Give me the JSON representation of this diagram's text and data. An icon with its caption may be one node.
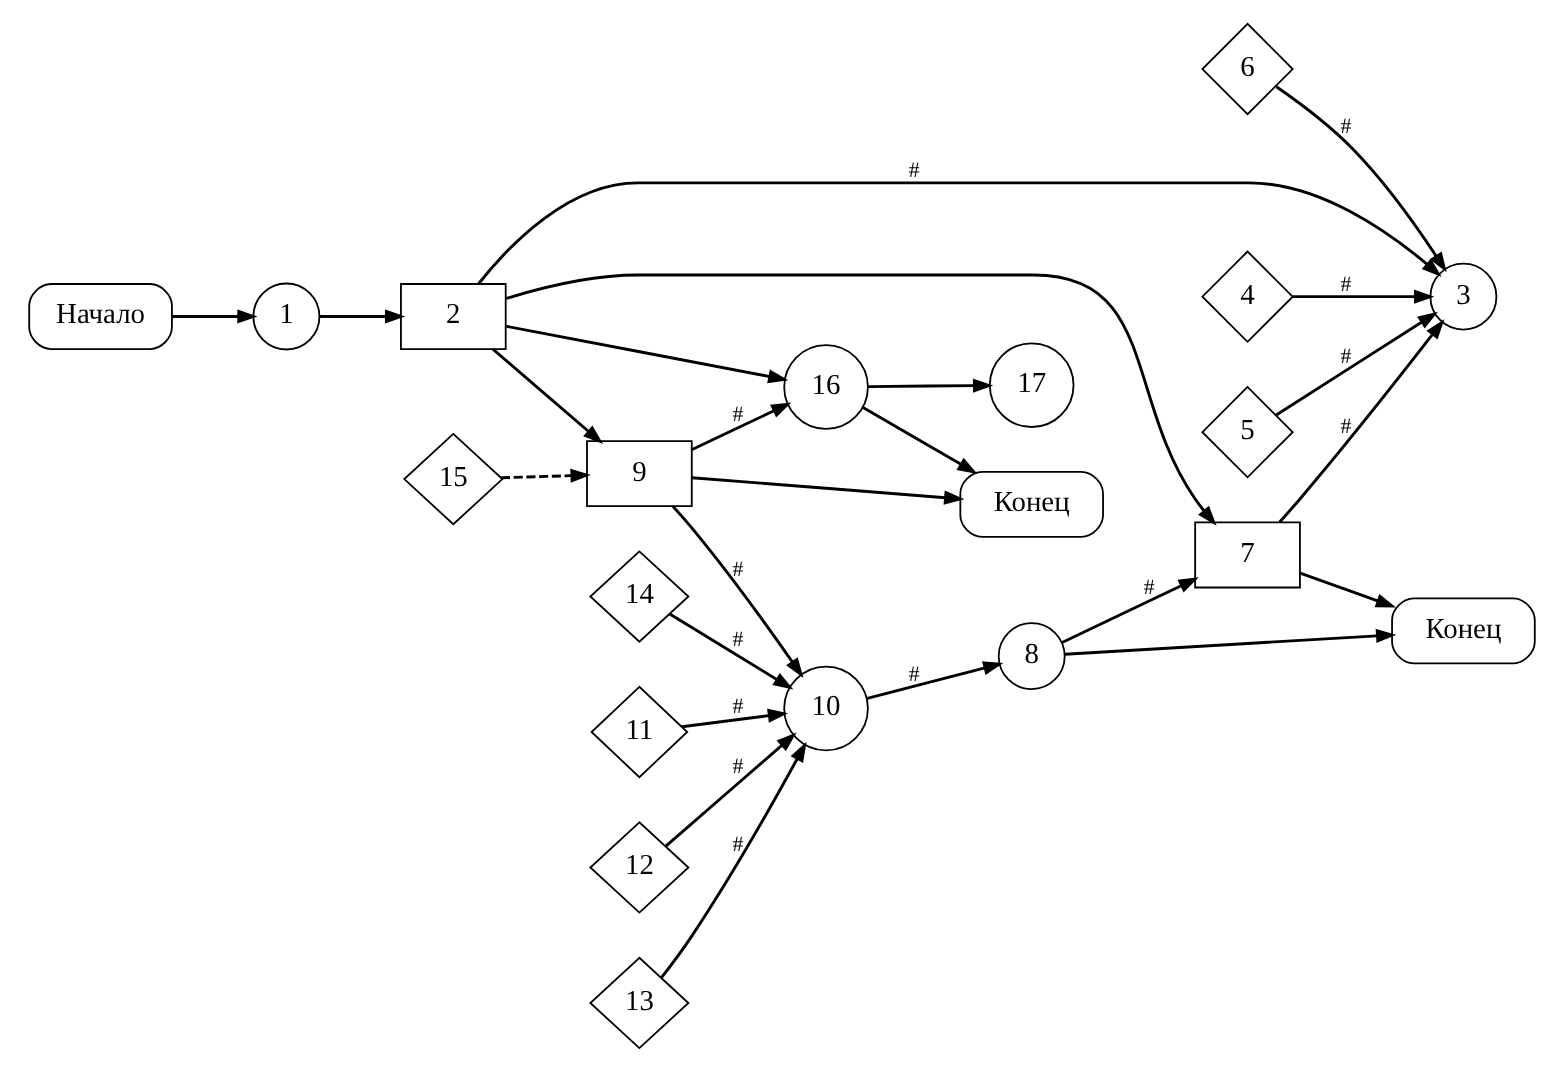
{
  "diagram": {
    "nodes": [
      {
        "text": [
          "Начало"
        ]
      },
      {
        "text": [
          "1"
        ]
      },
      {
        "text": [
          "2"
        ]
      },
      {
        "text": [
          "3"
        ]
      },
      {
        "text": [
          "4"
        ]
      },
      {
        "text": [
          "5"
        ]
      },
      {
        "text": [
          "6"
        ]
      },
      {
        "text": [
          "7"
        ]
      },
      {
        "text": [
          "8"
        ]
      },
      {
        "text": [
          "9"
        ]
      },
      {
        "text": [
          "10"
        ]
      },
      {
        "text": [
          "11"
        ]
      },
      {
        "text": [
          "12"
        ]
      },
      {
        "text": [
          "13"
        ]
      },
      {
        "text": [
          "14"
        ]
      },
      {
        "text": [
          "15"
        ]
      },
      {
        "text": [
          "16"
        ]
      },
      {
        "text": [
          "17"
        ]
      },
      {
        "text": [
          "Конец"
        ]
      },
      {
        "text": [
          "Конец"
        ]
      }
    ],
    "edges": [
      {
        "from": 0,
        "to": 1,
        "arrow": "to"
      },
      {
        "from": 1,
        "to": 2,
        "arrow": "to"
      },
      {
        "from": 2,
        "to": 9,
        "arrow": "to"
      },
      {
        "from": 2,
        "to": 16,
        "arrow": "to"
      },
      {
        "from": 2,
        "to": 7,
        "arrow": "to"
      },
      {
        "from": 2,
        "to": 3,
        "arrow": "to",
        "label": "#"
      },
      {
        "from": 9,
        "to": 16,
        "arrow": "to",
        "label": "#"
      },
      {
        "from": 15,
        "to": 9,
        "arrow": "to",
        "style": "dashed"
      },
      {
        "from": 9,
        "to": 10,
        "arrow": "to",
        "label": "#"
      },
      {
        "from": 9,
        "to": 18,
        "arrow": "to"
      },
      {
        "from": 16,
        "to": 18,
        "arrow": "to"
      },
      {
        "from": 16,
        "to": 17,
        "arrow": "to"
      },
      {
        "from": 14,
        "to": 10,
        "arrow": "to",
        "label": "#"
      },
      {
        "from": 11,
        "to": 10,
        "arrow": "to",
        "label": "#"
      },
      {
        "from": 12,
        "to": 10,
        "arrow": "to",
        "label": "#"
      },
      {
        "from": 13,
        "to": 10,
        "arrow": "to",
        "label": "#"
      },
      {
        "from": 10,
        "to": 8,
        "arrow": "to",
        "label": "#"
      },
      {
        "from": 4,
        "to": 3,
        "arrow": "to",
        "label": "#"
      },
      {
        "from": 5,
        "to": 3,
        "arrow": "to",
        "label": "#"
      },
      {
        "from": 6,
        "to": 3,
        "arrow": "to",
        "label": "#"
      },
      {
        "from": 7,
        "to": 3,
        "arrow": "to",
        "label": "#"
      },
      {
        "from": 7,
        "to": 19,
        "arrow": "to"
      },
      {
        "from": 8,
        "to": 7,
        "arrow": "to",
        "label": "#"
      },
      {
        "from": 8,
        "to": 19,
        "arrow": "to"
      }
    ]
  }
}
